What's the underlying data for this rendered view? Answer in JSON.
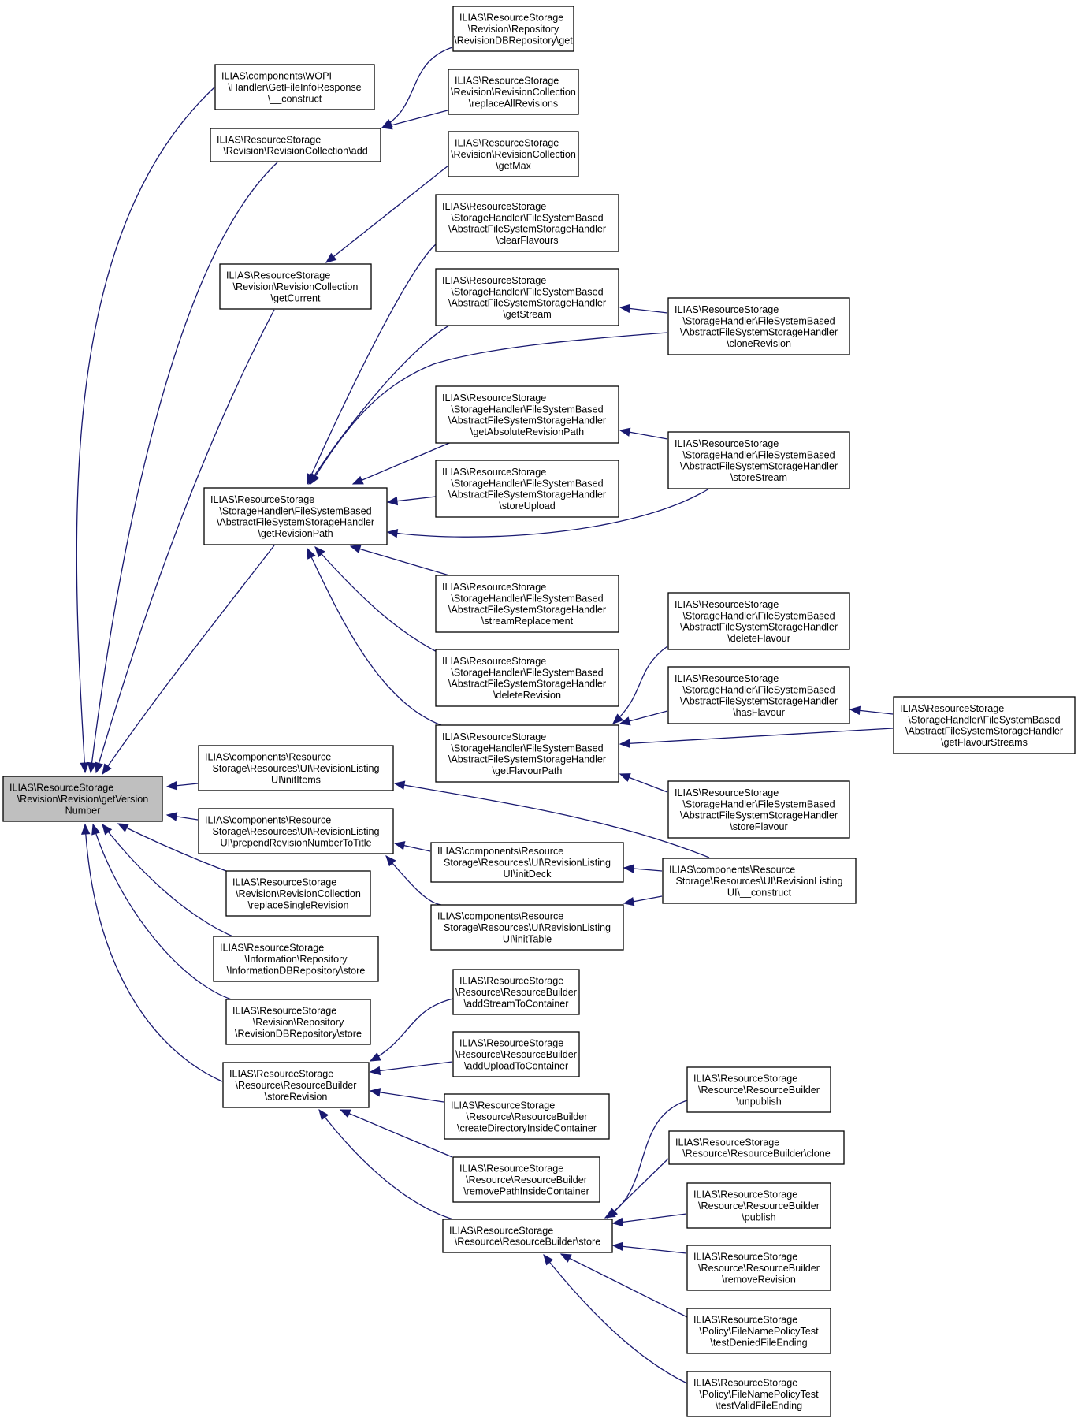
{
  "graph": {
    "nodes": [
      {
        "id": "getVersionNumber",
        "lines": [
          "ILIAS\\ResourceStorage",
          "\\Revision\\Revision\\getVersion",
          "Number"
        ],
        "focus": true
      },
      {
        "id": "wopiConstruct",
        "lines": [
          "ILIAS\\components\\WOPI",
          "\\Handler\\GetFileInfoResponse",
          "\\__construct"
        ]
      },
      {
        "id": "rcAdd",
        "lines": [
          "ILIAS\\ResourceStorage",
          "\\Revision\\RevisionCollection\\add"
        ]
      },
      {
        "id": "rdbGet",
        "lines": [
          "ILIAS\\ResourceStorage",
          "\\Revision\\Repository",
          "\\RevisionDBRepository\\get"
        ]
      },
      {
        "id": "rcReplaceAll",
        "lines": [
          "ILIAS\\ResourceStorage",
          "\\Revision\\RevisionCollection",
          "\\replaceAllRevisions"
        ]
      },
      {
        "id": "rcGetMax",
        "lines": [
          "ILIAS\\ResourceStorage",
          "\\Revision\\RevisionCollection",
          "\\getMax"
        ]
      },
      {
        "id": "rcGetCurrent",
        "lines": [
          "ILIAS\\ResourceStorage",
          "\\Revision\\RevisionCollection",
          "\\getCurrent"
        ]
      },
      {
        "id": "clearFlavours",
        "lines": [
          "ILIAS\\ResourceStorage",
          "\\StorageHandler\\FileSystemBased",
          "\\AbstractFileSystemStorageHandler",
          "\\clearFlavours"
        ]
      },
      {
        "id": "getStream",
        "lines": [
          "ILIAS\\ResourceStorage",
          "\\StorageHandler\\FileSystemBased",
          "\\AbstractFileSystemStorageHandler",
          "\\getStream"
        ]
      },
      {
        "id": "cloneRevision",
        "lines": [
          "ILIAS\\ResourceStorage",
          "\\StorageHandler\\FileSystemBased",
          "\\AbstractFileSystemStorageHandler",
          "\\cloneRevision"
        ]
      },
      {
        "id": "getAbsRevPath",
        "lines": [
          "ILIAS\\ResourceStorage",
          "\\StorageHandler\\FileSystemBased",
          "\\AbstractFileSystemStorageHandler",
          "\\getAbsoluteRevisionPath"
        ]
      },
      {
        "id": "storeStream",
        "lines": [
          "ILIAS\\ResourceStorage",
          "\\StorageHandler\\FileSystemBased",
          "\\AbstractFileSystemStorageHandler",
          "\\storeStream"
        ]
      },
      {
        "id": "storeUpload",
        "lines": [
          "ILIAS\\ResourceStorage",
          "\\StorageHandler\\FileSystemBased",
          "\\AbstractFileSystemStorageHandler",
          "\\storeUpload"
        ]
      },
      {
        "id": "getRevisionPath",
        "lines": [
          "ILIAS\\ResourceStorage",
          "\\StorageHandler\\FileSystemBased",
          "\\AbstractFileSystemStorageHandler",
          "\\getRevisionPath"
        ]
      },
      {
        "id": "streamReplacement",
        "lines": [
          "ILIAS\\ResourceStorage",
          "\\StorageHandler\\FileSystemBased",
          "\\AbstractFileSystemStorageHandler",
          "\\streamReplacement"
        ]
      },
      {
        "id": "deleteFlavour",
        "lines": [
          "ILIAS\\ResourceStorage",
          "\\StorageHandler\\FileSystemBased",
          "\\AbstractFileSystemStorageHandler",
          "\\deleteFlavour"
        ]
      },
      {
        "id": "deleteRevision",
        "lines": [
          "ILIAS\\ResourceStorage",
          "\\StorageHandler\\FileSystemBased",
          "\\AbstractFileSystemStorageHandler",
          "\\deleteRevision"
        ]
      },
      {
        "id": "hasFlavour",
        "lines": [
          "ILIAS\\ResourceStorage",
          "\\StorageHandler\\FileSystemBased",
          "\\AbstractFileSystemStorageHandler",
          "\\hasFlavour"
        ]
      },
      {
        "id": "getFlavourStreams",
        "lines": [
          "ILIAS\\ResourceStorage",
          "\\StorageHandler\\FileSystemBased",
          "\\AbstractFileSystemStorageHandler",
          "\\getFlavourStreams"
        ]
      },
      {
        "id": "getFlavourPath",
        "lines": [
          "ILIAS\\ResourceStorage",
          "\\StorageHandler\\FileSystemBased",
          "\\AbstractFileSystemStorageHandler",
          "\\getFlavourPath"
        ]
      },
      {
        "id": "initItems",
        "lines": [
          "ILIAS\\components\\Resource",
          "Storage\\Resources\\UI\\RevisionListing",
          "UI\\initItems"
        ]
      },
      {
        "id": "storeFlavour",
        "lines": [
          "ILIAS\\ResourceStorage",
          "\\StorageHandler\\FileSystemBased",
          "\\AbstractFileSystemStorageHandler",
          "\\storeFlavour"
        ]
      },
      {
        "id": "prependRevNum",
        "lines": [
          "ILIAS\\components\\Resource",
          "Storage\\Resources\\UI\\RevisionListing",
          "UI\\prependRevisionNumberToTitle"
        ]
      },
      {
        "id": "initDeck",
        "lines": [
          "ILIAS\\components\\Resource",
          "Storage\\Resources\\UI\\RevisionListing",
          "UI\\initDeck"
        ]
      },
      {
        "id": "rluConstruct",
        "lines": [
          "ILIAS\\components\\Resource",
          "Storage\\Resources\\UI\\RevisionListing",
          "UI\\__construct"
        ]
      },
      {
        "id": "rcReplaceSingle",
        "lines": [
          "ILIAS\\ResourceStorage",
          "\\Revision\\RevisionCollection",
          "\\replaceSingleRevision"
        ]
      },
      {
        "id": "initTable",
        "lines": [
          "ILIAS\\components\\Resource",
          "Storage\\Resources\\UI\\RevisionListing",
          "UI\\initTable"
        ]
      },
      {
        "id": "infoStore",
        "lines": [
          "ILIAS\\ResourceStorage",
          "\\Information\\Repository",
          "\\InformationDBRepository\\store"
        ]
      },
      {
        "id": "addStreamToContainer",
        "lines": [
          "ILIAS\\ResourceStorage",
          "\\Resource\\ResourceBuilder",
          "\\addStreamToContainer"
        ]
      },
      {
        "id": "rdbStore",
        "lines": [
          "ILIAS\\ResourceStorage",
          "\\Revision\\Repository",
          "\\RevisionDBRepository\\store"
        ]
      },
      {
        "id": "addUploadToContainer",
        "lines": [
          "ILIAS\\ResourceStorage",
          "\\Resource\\ResourceBuilder",
          "\\addUploadToContainer"
        ]
      },
      {
        "id": "storeRevision",
        "lines": [
          "ILIAS\\ResourceStorage",
          "\\Resource\\ResourceBuilder",
          "\\storeRevision"
        ]
      },
      {
        "id": "unpublish",
        "lines": [
          "ILIAS\\ResourceStorage",
          "\\Resource\\ResourceBuilder",
          "\\unpublish"
        ]
      },
      {
        "id": "createDirInside",
        "lines": [
          "ILIAS\\ResourceStorage",
          "\\Resource\\ResourceBuilder",
          "\\createDirectoryInsideContainer"
        ]
      },
      {
        "id": "rbClone",
        "lines": [
          "ILIAS\\ResourceStorage",
          "\\Resource\\ResourceBuilder\\clone"
        ]
      },
      {
        "id": "removePathInside",
        "lines": [
          "ILIAS\\ResourceStorage",
          "\\Resource\\ResourceBuilder",
          "\\removePathInsideContainer"
        ]
      },
      {
        "id": "publish",
        "lines": [
          "ILIAS\\ResourceStorage",
          "\\Resource\\ResourceBuilder",
          "\\publish"
        ]
      },
      {
        "id": "rbStore",
        "lines": [
          "ILIAS\\ResourceStorage",
          "\\Resource\\ResourceBuilder\\store"
        ]
      },
      {
        "id": "removeRevision",
        "lines": [
          "ILIAS\\ResourceStorage",
          "\\Resource\\ResourceBuilder",
          "\\removeRevision"
        ]
      },
      {
        "id": "testDenied",
        "lines": [
          "ILIAS\\ResourceStorage",
          "\\Policy\\FileNamePolicyTest",
          "\\testDeniedFileEnding"
        ]
      },
      {
        "id": "testValid",
        "lines": [
          "ILIAS\\ResourceStorage",
          "\\Policy\\FileNamePolicyTest",
          "\\testValidFileEnding"
        ]
      }
    ],
    "edges": [
      {
        "from": "getVersionNumber",
        "to": "wopiConstruct"
      },
      {
        "from": "getVersionNumber",
        "to": "rcAdd"
      },
      {
        "from": "getVersionNumber",
        "to": "rcGetCurrent"
      },
      {
        "from": "getVersionNumber",
        "to": "getRevisionPath"
      },
      {
        "from": "getVersionNumber",
        "to": "initItems"
      },
      {
        "from": "getVersionNumber",
        "to": "prependRevNum"
      },
      {
        "from": "getVersionNumber",
        "to": "rcReplaceSingle"
      },
      {
        "from": "getVersionNumber",
        "to": "infoStore"
      },
      {
        "from": "getVersionNumber",
        "to": "rdbStore"
      },
      {
        "from": "getVersionNumber",
        "to": "storeRevision"
      },
      {
        "from": "rcAdd",
        "to": "rdbGet"
      },
      {
        "from": "rcAdd",
        "to": "rcReplaceAll"
      },
      {
        "from": "rcGetCurrent",
        "to": "rcGetMax"
      },
      {
        "from": "getRevisionPath",
        "to": "clearFlavours"
      },
      {
        "from": "getRevisionPath",
        "to": "getStream"
      },
      {
        "from": "getRevisionPath",
        "to": "cloneRevision"
      },
      {
        "from": "getRevisionPath",
        "to": "getAbsRevPath"
      },
      {
        "from": "getRevisionPath",
        "to": "storeUpload"
      },
      {
        "from": "getRevisionPath",
        "to": "storeStream"
      },
      {
        "from": "getRevisionPath",
        "to": "streamReplacement"
      },
      {
        "from": "getRevisionPath",
        "to": "deleteRevision"
      },
      {
        "from": "getRevisionPath",
        "to": "getFlavourPath"
      },
      {
        "from": "getStream",
        "to": "cloneRevision"
      },
      {
        "from": "getAbsRevPath",
        "to": "storeStream"
      },
      {
        "from": "getFlavourPath",
        "to": "deleteFlavour"
      },
      {
        "from": "getFlavourPath",
        "to": "hasFlavour"
      },
      {
        "from": "getFlavourPath",
        "to": "getFlavourStreams"
      },
      {
        "from": "getFlavourPath",
        "to": "storeFlavour"
      },
      {
        "from": "hasFlavour",
        "to": "getFlavourStreams"
      },
      {
        "from": "initItems",
        "to": "rluConstruct"
      },
      {
        "from": "prependRevNum",
        "to": "initDeck"
      },
      {
        "from": "prependRevNum",
        "to": "initTable"
      },
      {
        "from": "initDeck",
        "to": "rluConstruct"
      },
      {
        "from": "initTable",
        "to": "rluConstruct"
      },
      {
        "from": "storeRevision",
        "to": "addStreamToContainer"
      },
      {
        "from": "storeRevision",
        "to": "addUploadToContainer"
      },
      {
        "from": "storeRevision",
        "to": "createDirInside"
      },
      {
        "from": "storeRevision",
        "to": "removePathInside"
      },
      {
        "from": "storeRevision",
        "to": "rbStore"
      },
      {
        "from": "rbStore",
        "to": "unpublish"
      },
      {
        "from": "rbStore",
        "to": "rbClone"
      },
      {
        "from": "rbStore",
        "to": "publish"
      },
      {
        "from": "rbStore",
        "to": "removeRevision"
      },
      {
        "from": "rbStore",
        "to": "testDenied"
      },
      {
        "from": "rbStore",
        "to": "testValid"
      }
    ]
  },
  "colors": {
    "edge": "#191970",
    "node_border": "#000000",
    "node_fill": "#ffffff",
    "focus_fill": "#bfbfbf",
    "text": "#000000"
  }
}
